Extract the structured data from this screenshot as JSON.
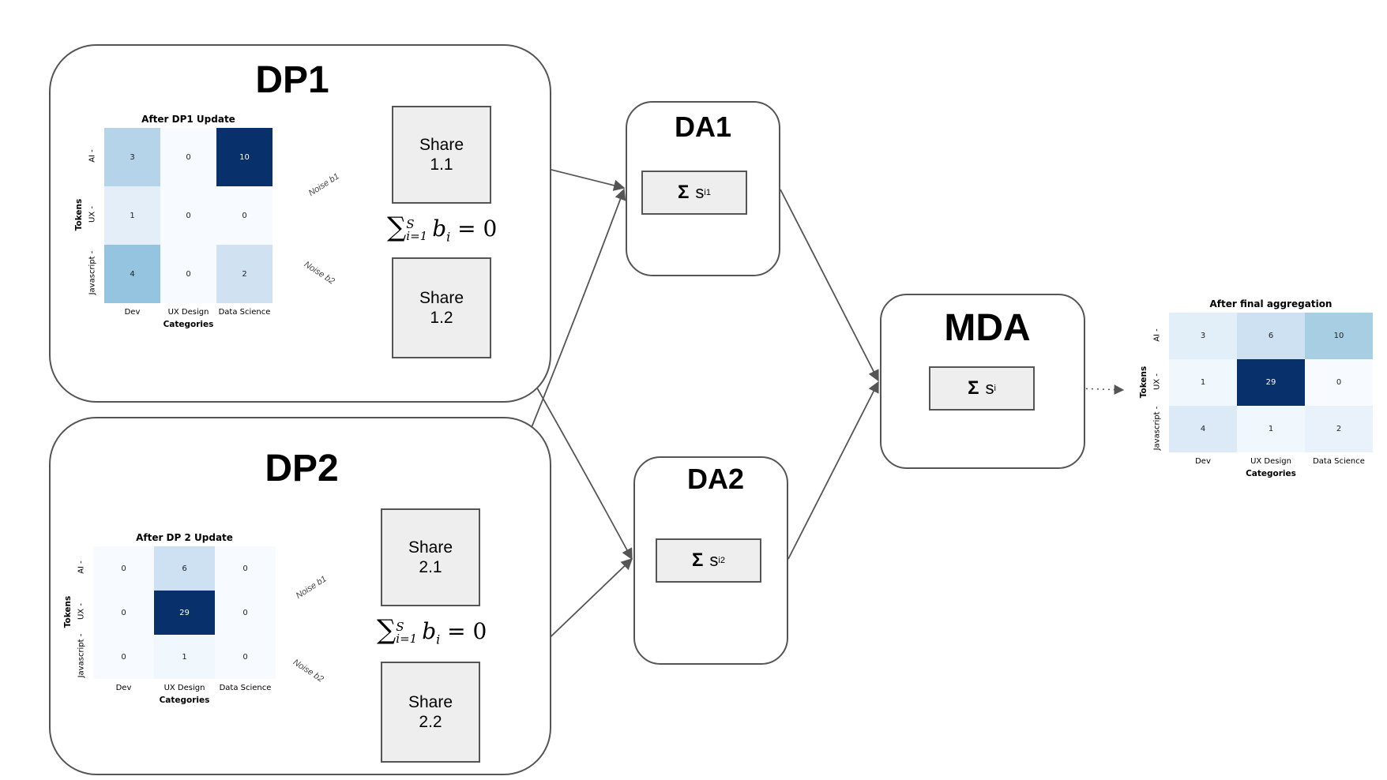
{
  "dp1": {
    "title": "DP1",
    "share_a": {
      "line1": "Share",
      "line2": "1.1"
    },
    "share_b": {
      "line1": "Share",
      "line2": "1.2"
    },
    "noise_a": "Noise b1",
    "noise_b": "Noise b2",
    "heatmap": {
      "title": "After DP1 Update",
      "xlabel": "Categories",
      "ylabel": "Tokens",
      "x_ticks": [
        "Dev",
        "UX Design",
        "Data Science"
      ],
      "y_ticks": [
        "AI",
        "UX",
        "Javascript"
      ],
      "values": [
        [
          3,
          0,
          10
        ],
        [
          1,
          0,
          0
        ],
        [
          4,
          0,
          2
        ]
      ],
      "vmax": 10
    }
  },
  "dp2": {
    "title": "DP2",
    "share_a": {
      "line1": "Share",
      "line2": "2.1"
    },
    "share_b": {
      "line1": "Share",
      "line2": "2.2"
    },
    "noise_a": "Noise b1",
    "noise_b": "Noise b2",
    "heatmap": {
      "title": "After DP 2 Update",
      "xlabel": "Categories",
      "ylabel": "Tokens",
      "x_ticks": [
        "Dev",
        "UX Design",
        "Data Science"
      ],
      "y_ticks": [
        "AI",
        "UX",
        "Javascript"
      ],
      "values": [
        [
          0,
          6,
          0
        ],
        [
          0,
          29,
          0
        ],
        [
          0,
          1,
          0
        ]
      ],
      "vmax": 29
    }
  },
  "formula": {
    "sum_symbol": "∑",
    "upper": "S",
    "lower": "i=1",
    "body": "b",
    "sub": "i",
    "rhs": " = 0"
  },
  "da1": {
    "title": "DA1",
    "sigma": "Σ",
    "s": "s",
    "sub": "i1"
  },
  "da2": {
    "title": "DA2",
    "sigma": "Σ",
    "s": "s",
    "sub": "i2"
  },
  "mda": {
    "title": "MDA",
    "sigma": "Σ",
    "s": "s",
    "sub": "i"
  },
  "final": {
    "heatmap": {
      "title": "After final aggregation",
      "xlabel": "Categories",
      "ylabel": "Tokens",
      "x_ticks": [
        "Dev",
        "UX Design",
        "Data Science"
      ],
      "y_ticks": [
        "AI",
        "UX",
        "Javascript"
      ],
      "values": [
        [
          3,
          6,
          10
        ],
        [
          1,
          29,
          0
        ],
        [
          4,
          1,
          2
        ]
      ],
      "vmax": 29
    }
  },
  "colors": {
    "line": "#555555",
    "box_fill": "#eeeeee",
    "heat_low": "#f7fbff",
    "heat_high": "#08306b"
  }
}
